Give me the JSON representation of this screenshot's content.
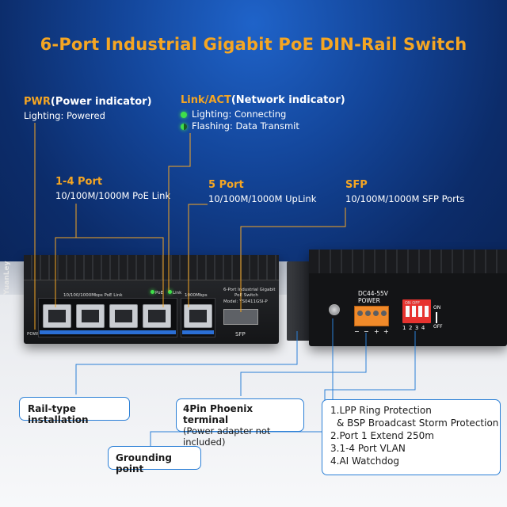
{
  "title": "6-Port Industrial Gigabit PoE DIN-Rail Switch",
  "pwr": {
    "head_accent": "PWR",
    "head_rest": "(Power indicator)",
    "sub": "Lighting: Powered"
  },
  "link": {
    "head_accent": "Link/ACT",
    "head_rest": "(Network indicator)",
    "sub1": "Lighting: Connecting",
    "sub2": "Flashing: Data Transmit"
  },
  "ports14": {
    "head": "1-4 Port",
    "sub": "10/100M/1000M PoE Link"
  },
  "port5": {
    "head": "5 Port",
    "sub": "10/100M/1000M UpLink"
  },
  "sfp": {
    "head": "SFP",
    "sub": "10/100M/1000M SFP Ports"
  },
  "device": {
    "brand": "YuanLey",
    "poe_link_label": "10/100/1000Mbps PoE Link",
    "poe_led": "PoE",
    "link_led": "Link",
    "uplink_speed": "1000Mbps",
    "model_line1": "6-Port Industrial Gigabit",
    "model_line2": "PoE Switch",
    "model_line3": "Model: YS0411GSI-P",
    "sfp_label": "SFP",
    "power_led": "POWER",
    "power_spec_1": "DC44-55V",
    "power_spec_2": "POWER",
    "minus": "−",
    "plus": "+",
    "dip_on_labels": "ON  OFF",
    "dip_numbers": "1234",
    "on": "ON",
    "off": "OFF"
  },
  "callouts": {
    "rail": "Rail-type installation",
    "phoenix_title": "4Pin Phoenix terminal",
    "phoenix_note": "(Power adapter not included)",
    "grounding": "Grounding point",
    "features": [
      "1.LPP Ring Protection",
      "  & BSP Broadcast Storm Protection",
      "2.Port 1 Extend 250m",
      "3.1-4 Port VLAN",
      "4.AI Watchdog"
    ]
  },
  "colors": {
    "accent": "#f5a623",
    "led_green": "#3fe04a",
    "callout_border": "#2b7fd6",
    "terminal": "#f08a2a",
    "dip": "#e7332f"
  }
}
